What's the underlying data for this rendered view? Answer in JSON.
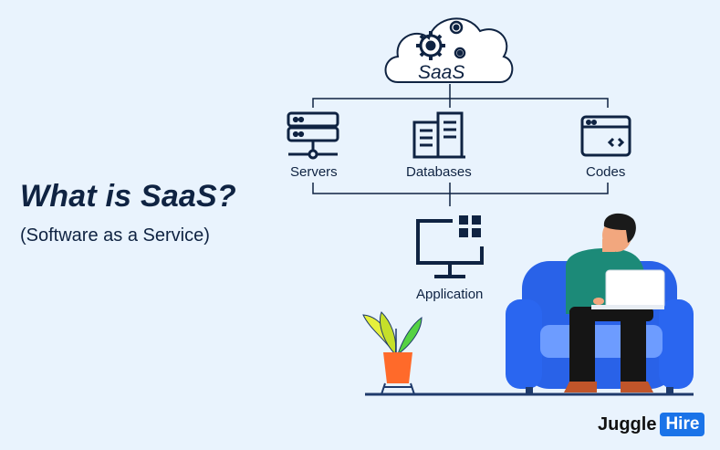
{
  "heading": {
    "title": "What is SaaS?",
    "subtitle": "(Software as a Service)"
  },
  "diagram": {
    "root": "SaaS",
    "components": [
      "Servers",
      "Databases",
      "Codes"
    ],
    "output": "Application"
  },
  "brand": {
    "logo_part1": "Juggle",
    "logo_part2": "Hire"
  },
  "colors": {
    "background": "#e9f3fd",
    "navy": "#0f2342",
    "chair_blue": "#2962e8",
    "brand_blue": "#1a73e8",
    "shirt_teal": "#1c8a78",
    "pot_orange": "#ff6a2a"
  },
  "icons": [
    "cloud-icon",
    "gears-icon",
    "server-icon",
    "database-icon",
    "code-window-icon",
    "monitor-icon"
  ]
}
